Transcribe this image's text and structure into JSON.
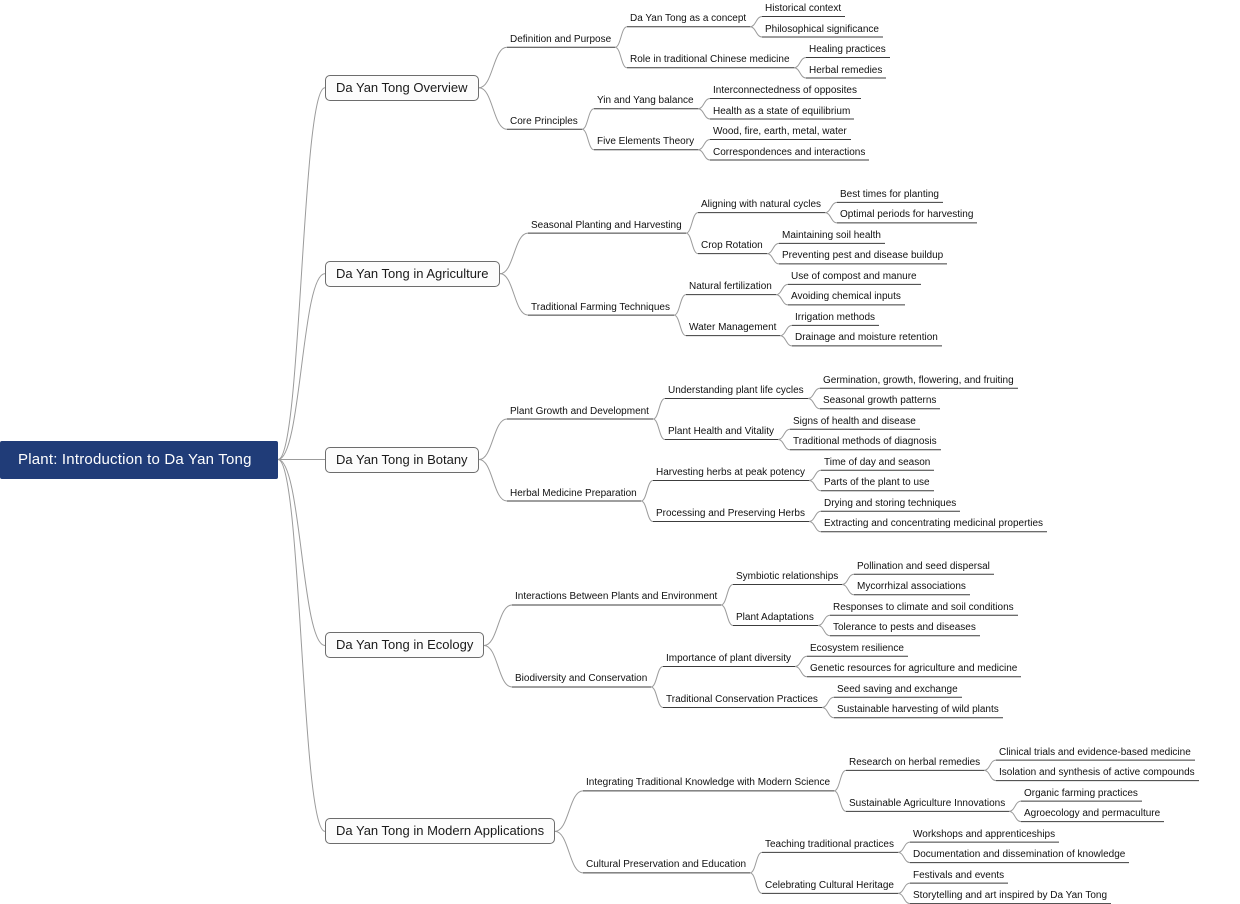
{
  "colors": {
    "background": "#ffffff",
    "root_bg": "#203c78",
    "root_text": "#ffffff",
    "node_text": "#111111",
    "branch_border": "#6d6d6d",
    "branch_bg": "#fcfcfc",
    "link_line": "#9b9b9b",
    "underline": "#3c3c3c"
  },
  "tree": {
    "label": "Plant: Introduction to Da Yan Tong",
    "children": [
      {
        "label": "Da Yan Tong Overview",
        "children": [
          {
            "label": "Definition and Purpose",
            "children": [
              {
                "label": "Da Yan Tong as a concept",
                "children": [
                  {
                    "label": "Historical context"
                  },
                  {
                    "label": "Philosophical significance"
                  }
                ]
              },
              {
                "label": "Role in traditional Chinese medicine",
                "children": [
                  {
                    "label": "Healing practices"
                  },
                  {
                    "label": "Herbal remedies"
                  }
                ]
              }
            ]
          },
          {
            "label": "Core Principles",
            "children": [
              {
                "label": "Yin and Yang balance",
                "children": [
                  {
                    "label": "Interconnectedness of opposites"
                  },
                  {
                    "label": "Health as a state of equilibrium"
                  }
                ]
              },
              {
                "label": "Five Elements Theory",
                "children": [
                  {
                    "label": "Wood, fire, earth, metal, water"
                  },
                  {
                    "label": "Correspondences and interactions"
                  }
                ]
              }
            ]
          }
        ]
      },
      {
        "label": "Da Yan Tong in Agriculture",
        "children": [
          {
            "label": "Seasonal Planting and Harvesting",
            "children": [
              {
                "label": "Aligning with natural cycles",
                "children": [
                  {
                    "label": "Best times for planting"
                  },
                  {
                    "label": "Optimal periods for harvesting"
                  }
                ]
              },
              {
                "label": "Crop Rotation",
                "children": [
                  {
                    "label": "Maintaining soil health"
                  },
                  {
                    "label": "Preventing pest and disease buildup"
                  }
                ]
              }
            ]
          },
          {
            "label": "Traditional Farming Techniques",
            "children": [
              {
                "label": "Natural fertilization",
                "children": [
                  {
                    "label": "Use of compost and manure"
                  },
                  {
                    "label": "Avoiding chemical inputs"
                  }
                ]
              },
              {
                "label": "Water Management",
                "children": [
                  {
                    "label": "Irrigation methods"
                  },
                  {
                    "label": "Drainage and moisture retention"
                  }
                ]
              }
            ]
          }
        ]
      },
      {
        "label": "Da Yan Tong in Botany",
        "children": [
          {
            "label": "Plant Growth and Development",
            "children": [
              {
                "label": "Understanding plant life cycles",
                "children": [
                  {
                    "label": "Germination, growth, flowering, and fruiting"
                  },
                  {
                    "label": "Seasonal growth patterns"
                  }
                ]
              },
              {
                "label": "Plant Health and Vitality",
                "children": [
                  {
                    "label": "Signs of health and disease"
                  },
                  {
                    "label": "Traditional methods of diagnosis"
                  }
                ]
              }
            ]
          },
          {
            "label": "Herbal Medicine Preparation",
            "children": [
              {
                "label": "Harvesting herbs at peak potency",
                "children": [
                  {
                    "label": "Time of day and season"
                  },
                  {
                    "label": "Parts of the plant to use"
                  }
                ]
              },
              {
                "label": "Processing and Preserving Herbs",
                "children": [
                  {
                    "label": "Drying and storing techniques"
                  },
                  {
                    "label": "Extracting and concentrating medicinal properties"
                  }
                ]
              }
            ]
          }
        ]
      },
      {
        "label": "Da Yan Tong in Ecology",
        "children": [
          {
            "label": "Interactions Between Plants and Environment",
            "children": [
              {
                "label": "Symbiotic relationships",
                "children": [
                  {
                    "label": "Pollination and seed dispersal"
                  },
                  {
                    "label": "Mycorrhizal associations"
                  }
                ]
              },
              {
                "label": "Plant Adaptations",
                "children": [
                  {
                    "label": "Responses to climate and soil conditions"
                  },
                  {
                    "label": "Tolerance to pests and diseases"
                  }
                ]
              }
            ]
          },
          {
            "label": "Biodiversity and Conservation",
            "children": [
              {
                "label": "Importance of plant diversity",
                "children": [
                  {
                    "label": "Ecosystem resilience"
                  },
                  {
                    "label": "Genetic resources for agriculture and medicine"
                  }
                ]
              },
              {
                "label": "Traditional Conservation Practices",
                "children": [
                  {
                    "label": "Seed saving and exchange"
                  },
                  {
                    "label": "Sustainable harvesting of wild plants"
                  }
                ]
              }
            ]
          }
        ]
      },
      {
        "label": "Da Yan Tong in Modern Applications",
        "children": [
          {
            "label": "Integrating Traditional Knowledge with Modern Science",
            "children": [
              {
                "label": "Research on herbal remedies",
                "children": [
                  {
                    "label": "Clinical trials and evidence-based medicine"
                  },
                  {
                    "label": "Isolation and synthesis of active compounds"
                  }
                ]
              },
              {
                "label": "Sustainable Agriculture Innovations",
                "children": [
                  {
                    "label": "Organic farming practices"
                  },
                  {
                    "label": "Agroecology and permaculture"
                  }
                ]
              }
            ]
          },
          {
            "label": "Cultural Preservation and Education",
            "children": [
              {
                "label": "Teaching traditional practices",
                "children": [
                  {
                    "label": "Workshops and apprenticeships"
                  },
                  {
                    "label": "Documentation and dissemination of knowledge"
                  }
                ]
              },
              {
                "label": "Celebrating Cultural Heritage",
                "children": [
                  {
                    "label": "Festivals and events"
                  },
                  {
                    "label": "Storytelling and art inspired by Da Yan Tong"
                  }
                ]
              }
            ]
          }
        ]
      }
    ]
  }
}
